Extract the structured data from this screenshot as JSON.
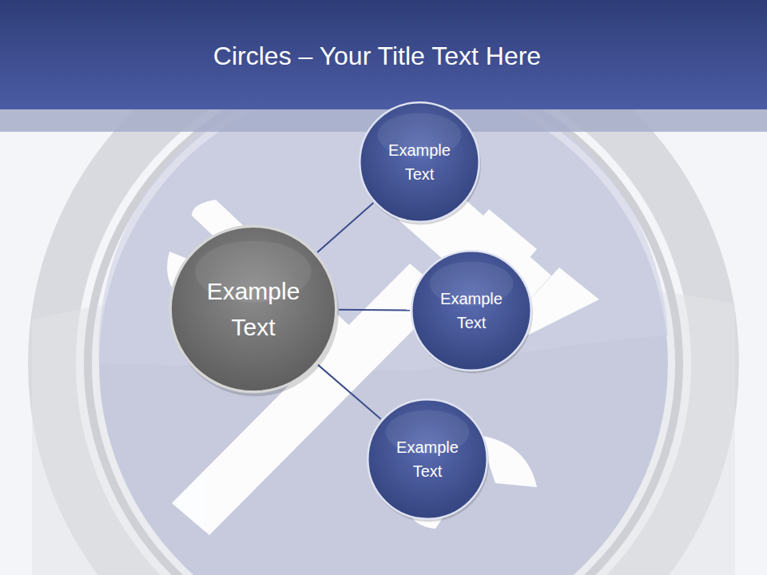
{
  "diagram": {
    "title": "Circles – Your Title Text Here",
    "nodes": [
      {
        "text": [
          "Example Text"
        ]
      },
      {
        "text": [
          "Example Text"
        ]
      },
      {
        "text": [
          "Example Text"
        ]
      },
      {
        "text": [
          "Example Text"
        ]
      }
    ],
    "edges": [
      {
        "from": 0,
        "to": 1,
        "arrow": "none"
      },
      {
        "from": 0,
        "to": 2,
        "arrow": "none"
      },
      {
        "from": 0,
        "to": 3,
        "arrow": "none"
      }
    ]
  }
}
